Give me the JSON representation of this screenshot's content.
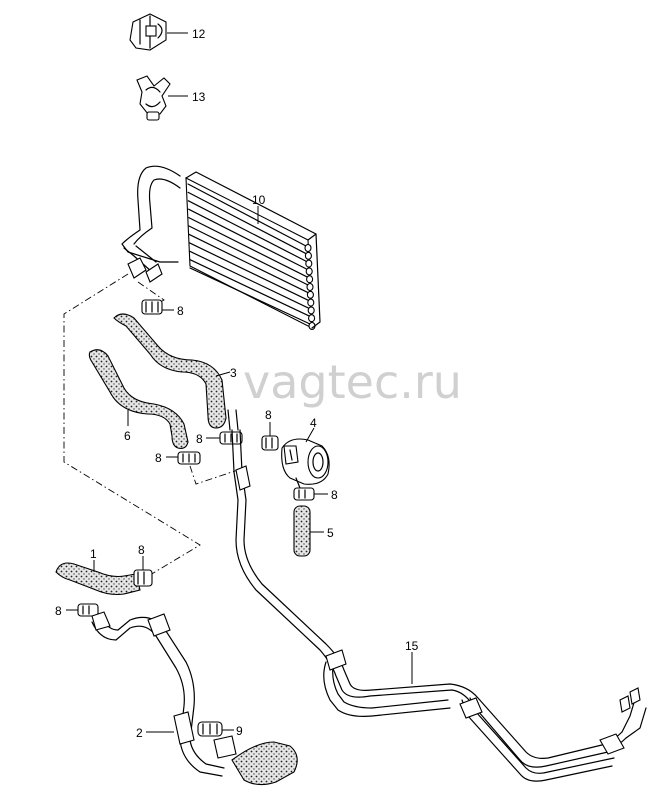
{
  "watermark": "vagtec.ru",
  "callouts": {
    "p1": "1",
    "p2": "2",
    "p3": "3",
    "p4": "4",
    "p5": "5",
    "p6": "6",
    "p8a": "8",
    "p8b": "8",
    "p8c": "8",
    "p8d": "8",
    "p8e": "8",
    "p8f": "8",
    "p8g": "8",
    "p9": "9",
    "p10": "10",
    "p12": "12",
    "p13": "13",
    "p15": "15"
  }
}
